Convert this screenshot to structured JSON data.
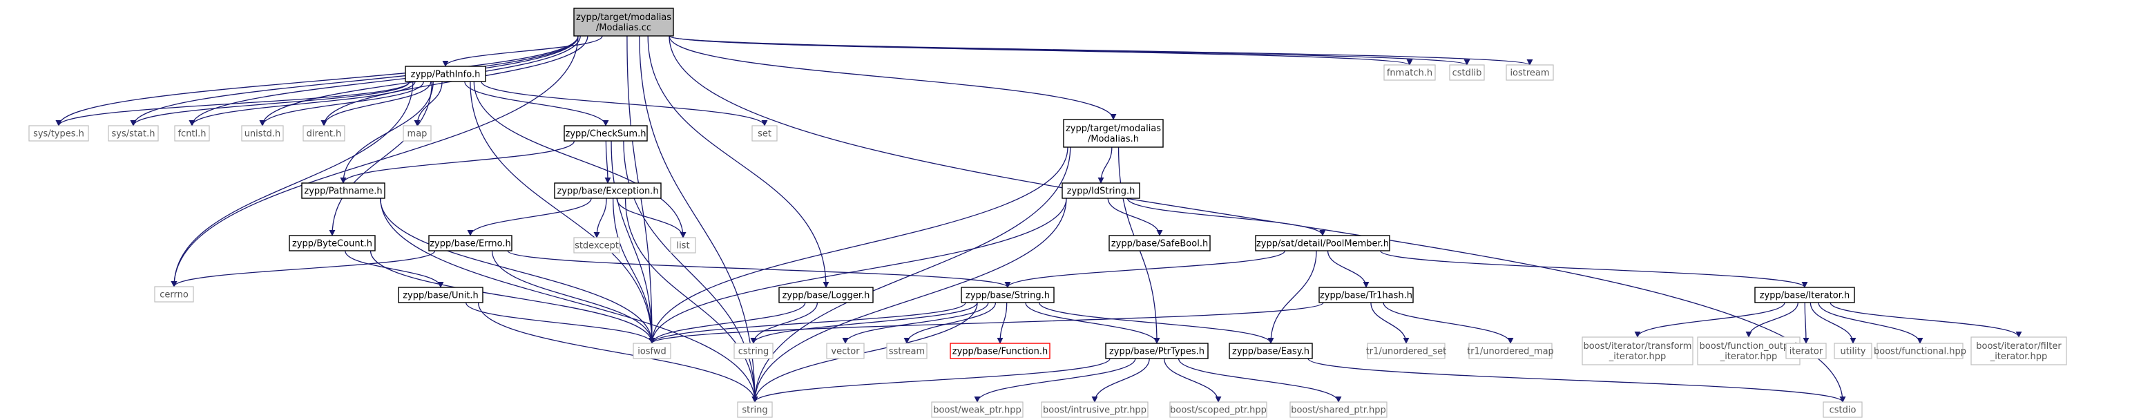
{
  "graph": {
    "edge_color": "#191970",
    "nodes": [
      {
        "id": "root",
        "lines": [
          "zypp/target/modalias",
          "/Modalias.cc"
        ],
        "style": "root"
      },
      {
        "id": "pathinfo",
        "lines": [
          "zypp/PathInfo.h"
        ],
        "style": "doc"
      },
      {
        "id": "systypes",
        "lines": [
          "sys/types.h"
        ],
        "style": "ext"
      },
      {
        "id": "sysstat",
        "lines": [
          "sys/stat.h"
        ],
        "style": "ext"
      },
      {
        "id": "fcntl",
        "lines": [
          "fcntl.h"
        ],
        "style": "ext"
      },
      {
        "id": "unistd",
        "lines": [
          "unistd.h"
        ],
        "style": "ext"
      },
      {
        "id": "dirent",
        "lines": [
          "dirent.h"
        ],
        "style": "ext"
      },
      {
        "id": "map",
        "lines": [
          "map"
        ],
        "style": "ext"
      },
      {
        "id": "checksum",
        "lines": [
          "zypp/CheckSum.h"
        ],
        "style": "doc"
      },
      {
        "id": "set",
        "lines": [
          "set"
        ],
        "style": "ext"
      },
      {
        "id": "pathname",
        "lines": [
          "zypp/Pathname.h"
        ],
        "style": "doc"
      },
      {
        "id": "exception",
        "lines": [
          "zypp/base/Exception.h"
        ],
        "style": "doc"
      },
      {
        "id": "stdexcept",
        "lines": [
          "stdexcept"
        ],
        "style": "ext"
      },
      {
        "id": "list",
        "lines": [
          "list"
        ],
        "style": "ext"
      },
      {
        "id": "bytecount",
        "lines": [
          "zypp/ByteCount.h"
        ],
        "style": "doc"
      },
      {
        "id": "errno",
        "lines": [
          "zypp/base/Errno.h"
        ],
        "style": "doc"
      },
      {
        "id": "cerrno",
        "lines": [
          "cerrno"
        ],
        "style": "ext"
      },
      {
        "id": "unit",
        "lines": [
          "zypp/base/Unit.h"
        ],
        "style": "doc"
      },
      {
        "id": "logger",
        "lines": [
          "zypp/base/Logger.h"
        ],
        "style": "doc"
      },
      {
        "id": "iosfwd",
        "lines": [
          "iosfwd"
        ],
        "style": "ext"
      },
      {
        "id": "cstring",
        "lines": [
          "cstring"
        ],
        "style": "ext"
      },
      {
        "id": "string",
        "lines": [
          "string"
        ],
        "style": "ext"
      },
      {
        "id": "strh",
        "lines": [
          "zypp/base/String.h"
        ],
        "style": "doc"
      },
      {
        "id": "vector",
        "lines": [
          "vector"
        ],
        "style": "ext"
      },
      {
        "id": "sstream",
        "lines": [
          "sstream"
        ],
        "style": "ext"
      },
      {
        "id": "function",
        "lines": [
          "zypp/base/Function.h"
        ],
        "style": "bad"
      },
      {
        "id": "ptrtypes",
        "lines": [
          "zypp/base/PtrTypes.h"
        ],
        "style": "doc"
      },
      {
        "id": "easy",
        "lines": [
          "zypp/base/Easy.h"
        ],
        "style": "doc"
      },
      {
        "id": "modaliash",
        "lines": [
          "zypp/target/modalias",
          "/Modalias.h"
        ],
        "style": "doc"
      },
      {
        "id": "idstring",
        "lines": [
          "zypp/IdString.h"
        ],
        "style": "doc"
      },
      {
        "id": "safebool",
        "lines": [
          "zypp/base/SafeBool.h"
        ],
        "style": "doc"
      },
      {
        "id": "poolmember",
        "lines": [
          "zypp/sat/detail/PoolMember.h"
        ],
        "style": "doc"
      },
      {
        "id": "tr1hash",
        "lines": [
          "zypp/base/Tr1hash.h"
        ],
        "style": "doc"
      },
      {
        "id": "tr1uset",
        "lines": [
          "tr1/unordered_set"
        ],
        "style": "ext"
      },
      {
        "id": "tr1umap",
        "lines": [
          "tr1/unordered_map"
        ],
        "style": "ext"
      },
      {
        "id": "iterh",
        "lines": [
          "zypp/base/Iterator.h"
        ],
        "style": "doc"
      },
      {
        "id": "bittr",
        "lines": [
          "boost/iterator/transform",
          "_iterator.hpp"
        ],
        "style": "ext"
      },
      {
        "id": "bfoit",
        "lines": [
          "boost/function_output",
          "_iterator.hpp"
        ],
        "style": "ext"
      },
      {
        "id": "iterator",
        "lines": [
          "iterator"
        ],
        "style": "ext"
      },
      {
        "id": "utility",
        "lines": [
          "utility"
        ],
        "style": "ext"
      },
      {
        "id": "bfunc",
        "lines": [
          "boost/functional.hpp"
        ],
        "style": "ext"
      },
      {
        "id": "bifilt",
        "lines": [
          "boost/iterator/filter",
          "_iterator.hpp"
        ],
        "style": "ext"
      },
      {
        "id": "weakptr",
        "lines": [
          "boost/weak_ptr.hpp"
        ],
        "style": "ext"
      },
      {
        "id": "intrptr",
        "lines": [
          "boost/intrusive_ptr.hpp"
        ],
        "style": "ext"
      },
      {
        "id": "scopedptr",
        "lines": [
          "boost/scoped_ptr.hpp"
        ],
        "style": "ext"
      },
      {
        "id": "sharedptr",
        "lines": [
          "boost/shared_ptr.hpp"
        ],
        "style": "ext"
      },
      {
        "id": "cstdio",
        "lines": [
          "cstdio"
        ],
        "style": "ext"
      },
      {
        "id": "fnmatch",
        "lines": [
          "fnmatch.h"
        ],
        "style": "ext"
      },
      {
        "id": "cstdlib",
        "lines": [
          "cstdlib"
        ],
        "style": "ext"
      },
      {
        "id": "iostream",
        "lines": [
          "iostream"
        ],
        "style": "ext"
      }
    ],
    "edges": [
      [
        "root",
        "pathinfo"
      ],
      [
        "root",
        "systypes"
      ],
      [
        "root",
        "sysstat"
      ],
      [
        "root",
        "fcntl"
      ],
      [
        "root",
        "unistd"
      ],
      [
        "root",
        "dirent"
      ],
      [
        "root",
        "cerrno"
      ],
      [
        "root",
        "iosfwd"
      ],
      [
        "root",
        "logger"
      ],
      [
        "root",
        "modaliash"
      ],
      [
        "root",
        "fnmatch"
      ],
      [
        "root",
        "cstdlib"
      ],
      [
        "root",
        "iostream"
      ],
      [
        "root",
        "string"
      ],
      [
        "root",
        "cstdio"
      ],
      [
        "pathinfo",
        "systypes"
      ],
      [
        "pathinfo",
        "sysstat"
      ],
      [
        "pathinfo",
        "fcntl"
      ],
      [
        "pathinfo",
        "unistd"
      ],
      [
        "pathinfo",
        "dirent"
      ],
      [
        "pathinfo",
        "map"
      ],
      [
        "pathinfo",
        "set"
      ],
      [
        "pathinfo",
        "cerrno"
      ],
      [
        "pathinfo",
        "checksum"
      ],
      [
        "pathinfo",
        "pathname"
      ],
      [
        "pathinfo",
        "bytecount"
      ],
      [
        "pathinfo",
        "list"
      ],
      [
        "pathinfo",
        "iosfwd"
      ],
      [
        "checksum",
        "pathname"
      ],
      [
        "checksum",
        "exception"
      ],
      [
        "checksum",
        "iosfwd"
      ],
      [
        "checksum",
        "string"
      ],
      [
        "pathname",
        "iosfwd"
      ],
      [
        "pathname",
        "string"
      ],
      [
        "exception",
        "stdexcept"
      ],
      [
        "exception",
        "list"
      ],
      [
        "exception",
        "errno"
      ],
      [
        "exception",
        "iosfwd"
      ],
      [
        "exception",
        "string"
      ],
      [
        "bytecount",
        "unit"
      ],
      [
        "bytecount",
        "iosfwd"
      ],
      [
        "errno",
        "cerrno"
      ],
      [
        "errno",
        "iosfwd"
      ],
      [
        "errno",
        "strh"
      ],
      [
        "unit",
        "iosfwd"
      ],
      [
        "unit",
        "string"
      ],
      [
        "logger",
        "iosfwd"
      ],
      [
        "logger",
        "cstring"
      ],
      [
        "strh",
        "iosfwd"
      ],
      [
        "strh",
        "cstring"
      ],
      [
        "strh",
        "string"
      ],
      [
        "strh",
        "vector"
      ],
      [
        "strh",
        "sstream"
      ],
      [
        "strh",
        "function"
      ],
      [
        "strh",
        "ptrtypes"
      ],
      [
        "strh",
        "easy"
      ],
      [
        "ptrtypes",
        "string"
      ],
      [
        "ptrtypes",
        "weakptr"
      ],
      [
        "ptrtypes",
        "intrptr"
      ],
      [
        "ptrtypes",
        "scopedptr"
      ],
      [
        "ptrtypes",
        "sharedptr"
      ],
      [
        "easy",
        "cstdio"
      ],
      [
        "modaliash",
        "iosfwd"
      ],
      [
        "modaliash",
        "idstring"
      ],
      [
        "modaliash",
        "ptrtypes"
      ],
      [
        "modaliash",
        "string"
      ],
      [
        "idstring",
        "iosfwd"
      ],
      [
        "idstring",
        "string"
      ],
      [
        "idstring",
        "safebool"
      ],
      [
        "idstring",
        "poolmember"
      ],
      [
        "poolmember",
        "strh"
      ],
      [
        "poolmember",
        "easy"
      ],
      [
        "poolmember",
        "tr1hash"
      ],
      [
        "poolmember",
        "iterh"
      ],
      [
        "tr1hash",
        "iosfwd"
      ],
      [
        "tr1hash",
        "tr1uset"
      ],
      [
        "tr1hash",
        "tr1umap"
      ],
      [
        "iterh",
        "bittr"
      ],
      [
        "iterh",
        "bfoit"
      ],
      [
        "iterh",
        "iterator"
      ],
      [
        "iterh",
        "utility"
      ],
      [
        "iterh",
        "bfunc"
      ],
      [
        "iterh",
        "bifilt"
      ]
    ]
  }
}
